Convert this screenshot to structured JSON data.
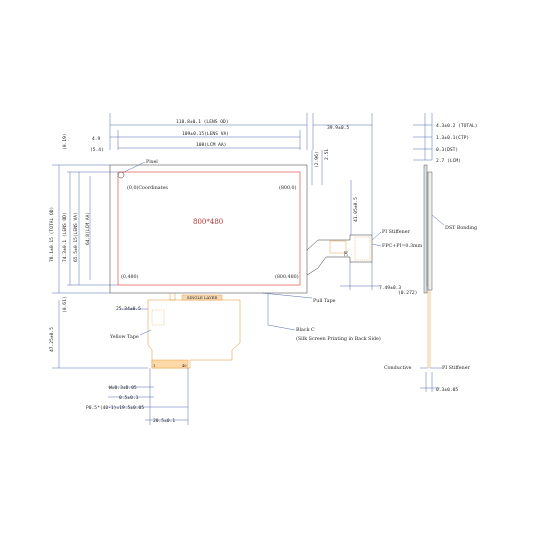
{
  "front": {
    "top_dims": {
      "lens_od": "118.8±0.1 (LENS OD)",
      "lens_va": "109±0.15(LENS VA)",
      "lcm_aa": "108(LCM AA)",
      "left_offset_a": "4.9",
      "left_offset_b": "(5.4)",
      "right_width": "39.9±0.5"
    },
    "right_small_dims": {
      "a": "(2.96)",
      "b": "2.51"
    },
    "left_dims": {
      "top_gap": "(0.19)",
      "total_od": "78.1±0.15 (TOTAL OD)",
      "lens_od": "74.3±0.1 (LENS OD)",
      "lens_va": "65.5±0.15(LENS VA)",
      "lcm_aa": "64.8(LCM AA)",
      "bottom_gap": "(0.61)",
      "fpc_height": "47.25±0.5"
    },
    "screen": {
      "pixel_label": "Pixel",
      "origin_label": "(0,0)Coordinates",
      "top_right": "(800,0)",
      "bottom_left": "(0,480)",
      "bottom_right": "(800,480)",
      "center": "800*480"
    },
    "fpc": {
      "offset_left": "25.34±0.5",
      "single_layer": "SINGLE LAYER",
      "pin_left": "1",
      "pin_right": "40",
      "pitch_total": "P0.5*(40-1)=19.5±0.05",
      "pin_width": "0.5±0.1",
      "pin_thickness": "W=0.3±0.05",
      "bottom_width": "20.5±0.1",
      "tab_height": "41.05±0.5",
      "tab_width": "7.49±0.3",
      "ic_marker": "IC"
    },
    "callouts": {
      "pi_stiffener": "PI Stiffener",
      "fpc_pi": "FPC+PI=0.3mm",
      "pull_tape": "Pull Tape",
      "yellow_tape": "Yellow Tape",
      "black_c": "Black C",
      "silk": "(Silk Screen Printing in Back Side)"
    }
  },
  "side": {
    "dims": {
      "total": "4.3±0.2 (TOTAL)",
      "ctp": "1.3±0.1(CTP)",
      "dst": "0.3(DST)",
      "lcm": "2.7 (LCM)",
      "gap": "(0.272)",
      "bottom": "0.3±0.05"
    },
    "labels": {
      "dst_bonding": "DST Bonding",
      "conductive": "Conductive",
      "pi_stiffener": "PI Stiffener"
    }
  }
}
